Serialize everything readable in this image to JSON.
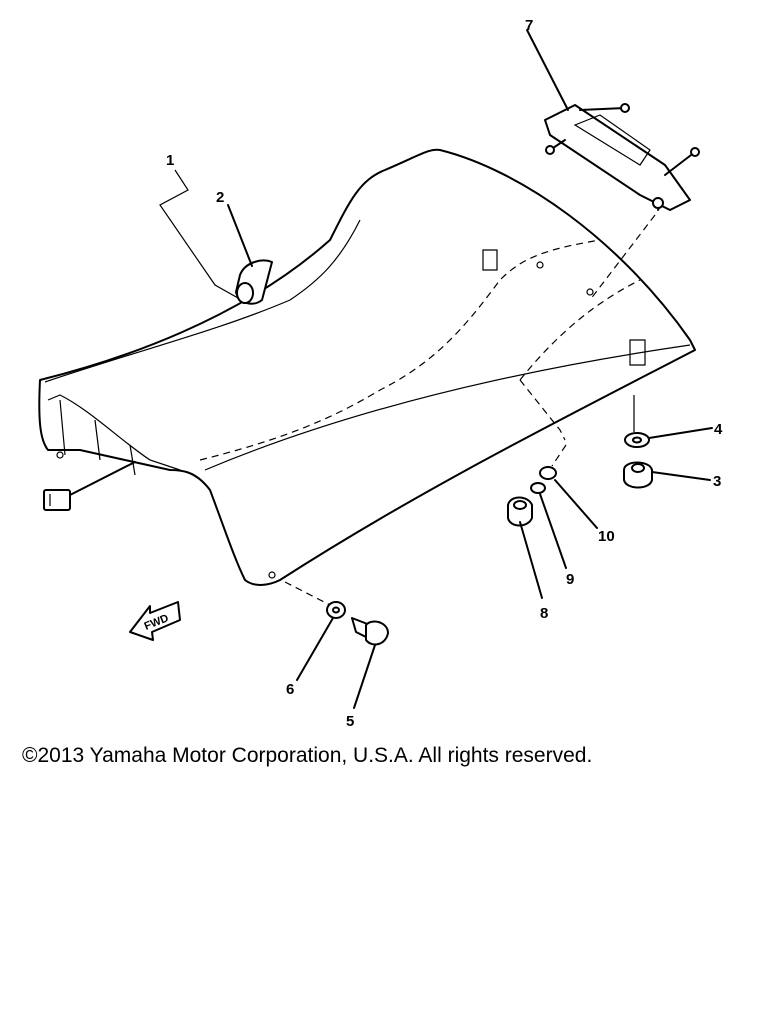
{
  "diagram": {
    "callouts": [
      "1",
      "2",
      "3",
      "4",
      "5",
      "6",
      "7",
      "8",
      "9",
      "10"
    ],
    "fwd_label": "FWD"
  },
  "footer": {
    "copyright": "©2013 Yamaha Motor Corporation, U.S.A. All rights reserved."
  },
  "colors": {
    "line": "#000000",
    "background": "#ffffff"
  }
}
